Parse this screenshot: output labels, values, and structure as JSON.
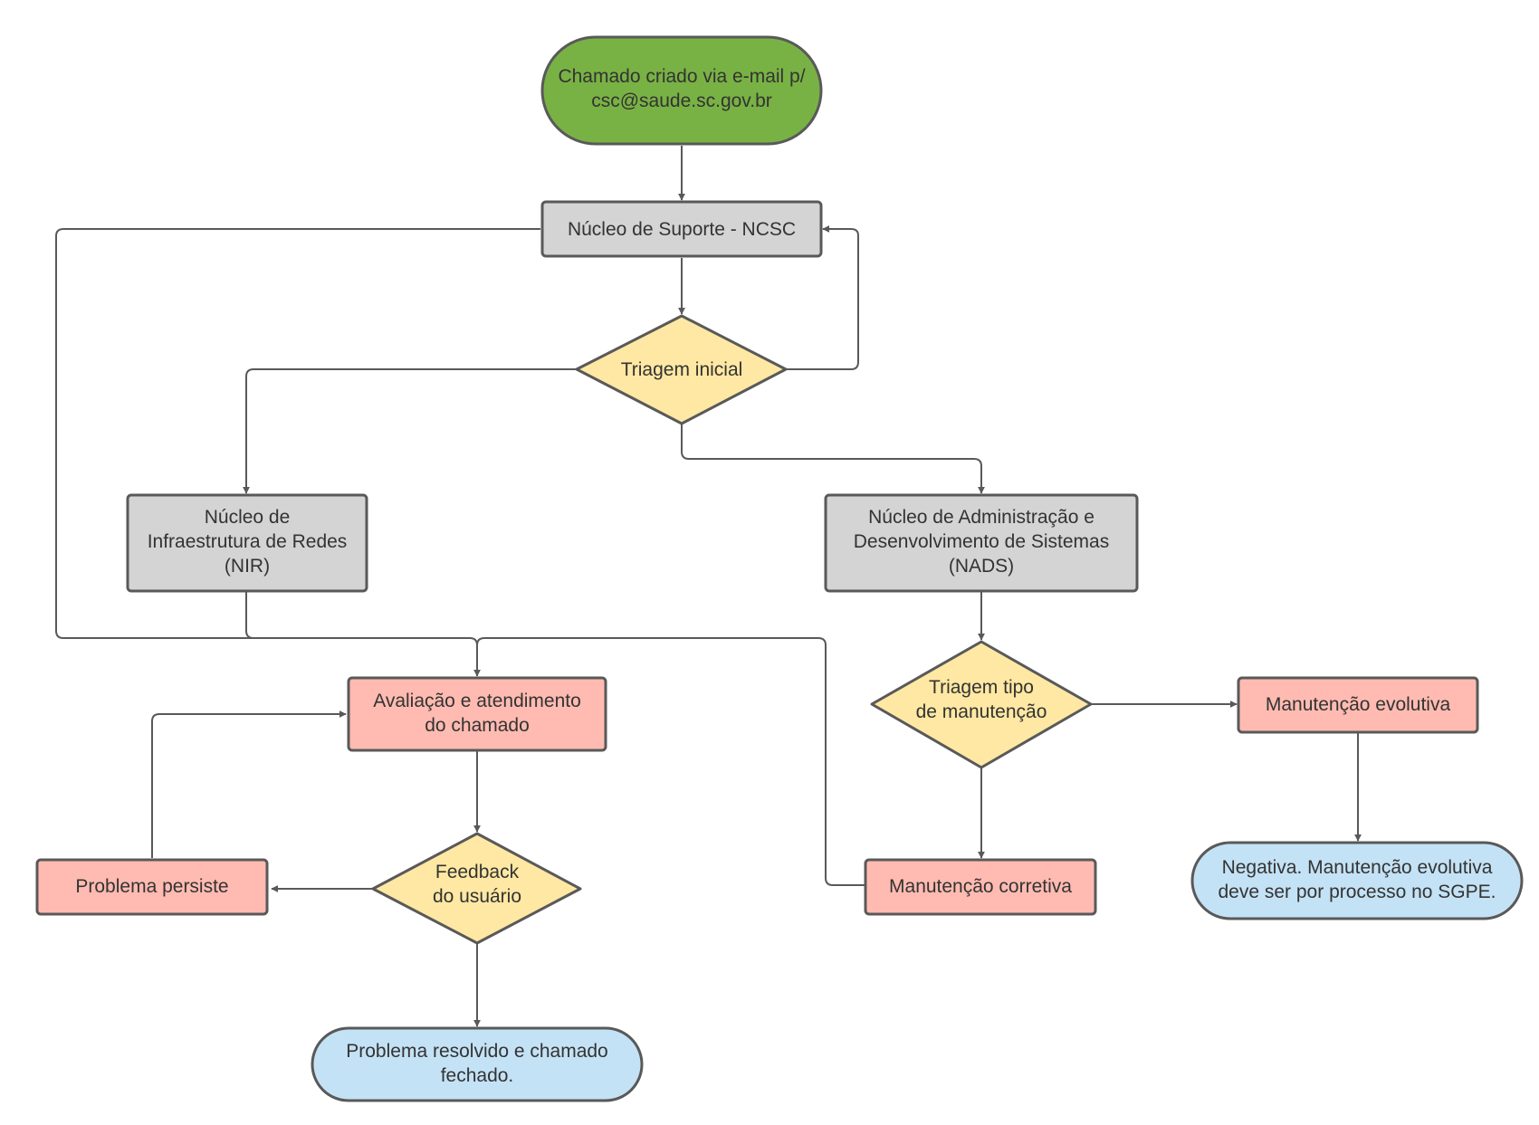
{
  "diagram": {
    "colors": {
      "start": "#79b244",
      "process": "#d4d4d4",
      "decision": "#ffe8a3",
      "action": "#ffbbb1",
      "terminal": "#c4e2f5",
      "stroke": "#595959",
      "text": "#333333"
    },
    "nodes": {
      "start": {
        "line1": "Chamado criado via e-mail p/",
        "line2": "csc@saude.sc.gov.br"
      },
      "ncsc": {
        "line1": "Núcleo de Suporte - NCSC"
      },
      "triagem_inicial": {
        "line1": "Triagem inicial"
      },
      "nir": {
        "line1": "Núcleo de",
        "line2": "Infraestrutura de Redes",
        "line3": "(NIR)"
      },
      "nads": {
        "line1": "Núcleo de Administração e",
        "line2": "Desenvolvimento de Sistemas",
        "line3": "(NADS)"
      },
      "avaliacao": {
        "line1": "Avaliação e atendimento",
        "line2": "do chamado"
      },
      "triagem_tipo": {
        "line1": "Triagem tipo",
        "line2": "de manutenção"
      },
      "evolutiva": {
        "line1": "Manutenção evolutiva"
      },
      "problema_persiste": {
        "line1": "Problema persiste"
      },
      "feedback": {
        "line1": "Feedback",
        "line2": "do usuário"
      },
      "corretiva": {
        "line1": "Manutenção corretiva"
      },
      "negativa": {
        "line1": "Negativa. Manutenção evolutiva",
        "line2": "deve ser por processo no SGPE."
      },
      "resolvido": {
        "line1": "Problema resolvido e chamado",
        "line2": "fechado."
      }
    }
  }
}
